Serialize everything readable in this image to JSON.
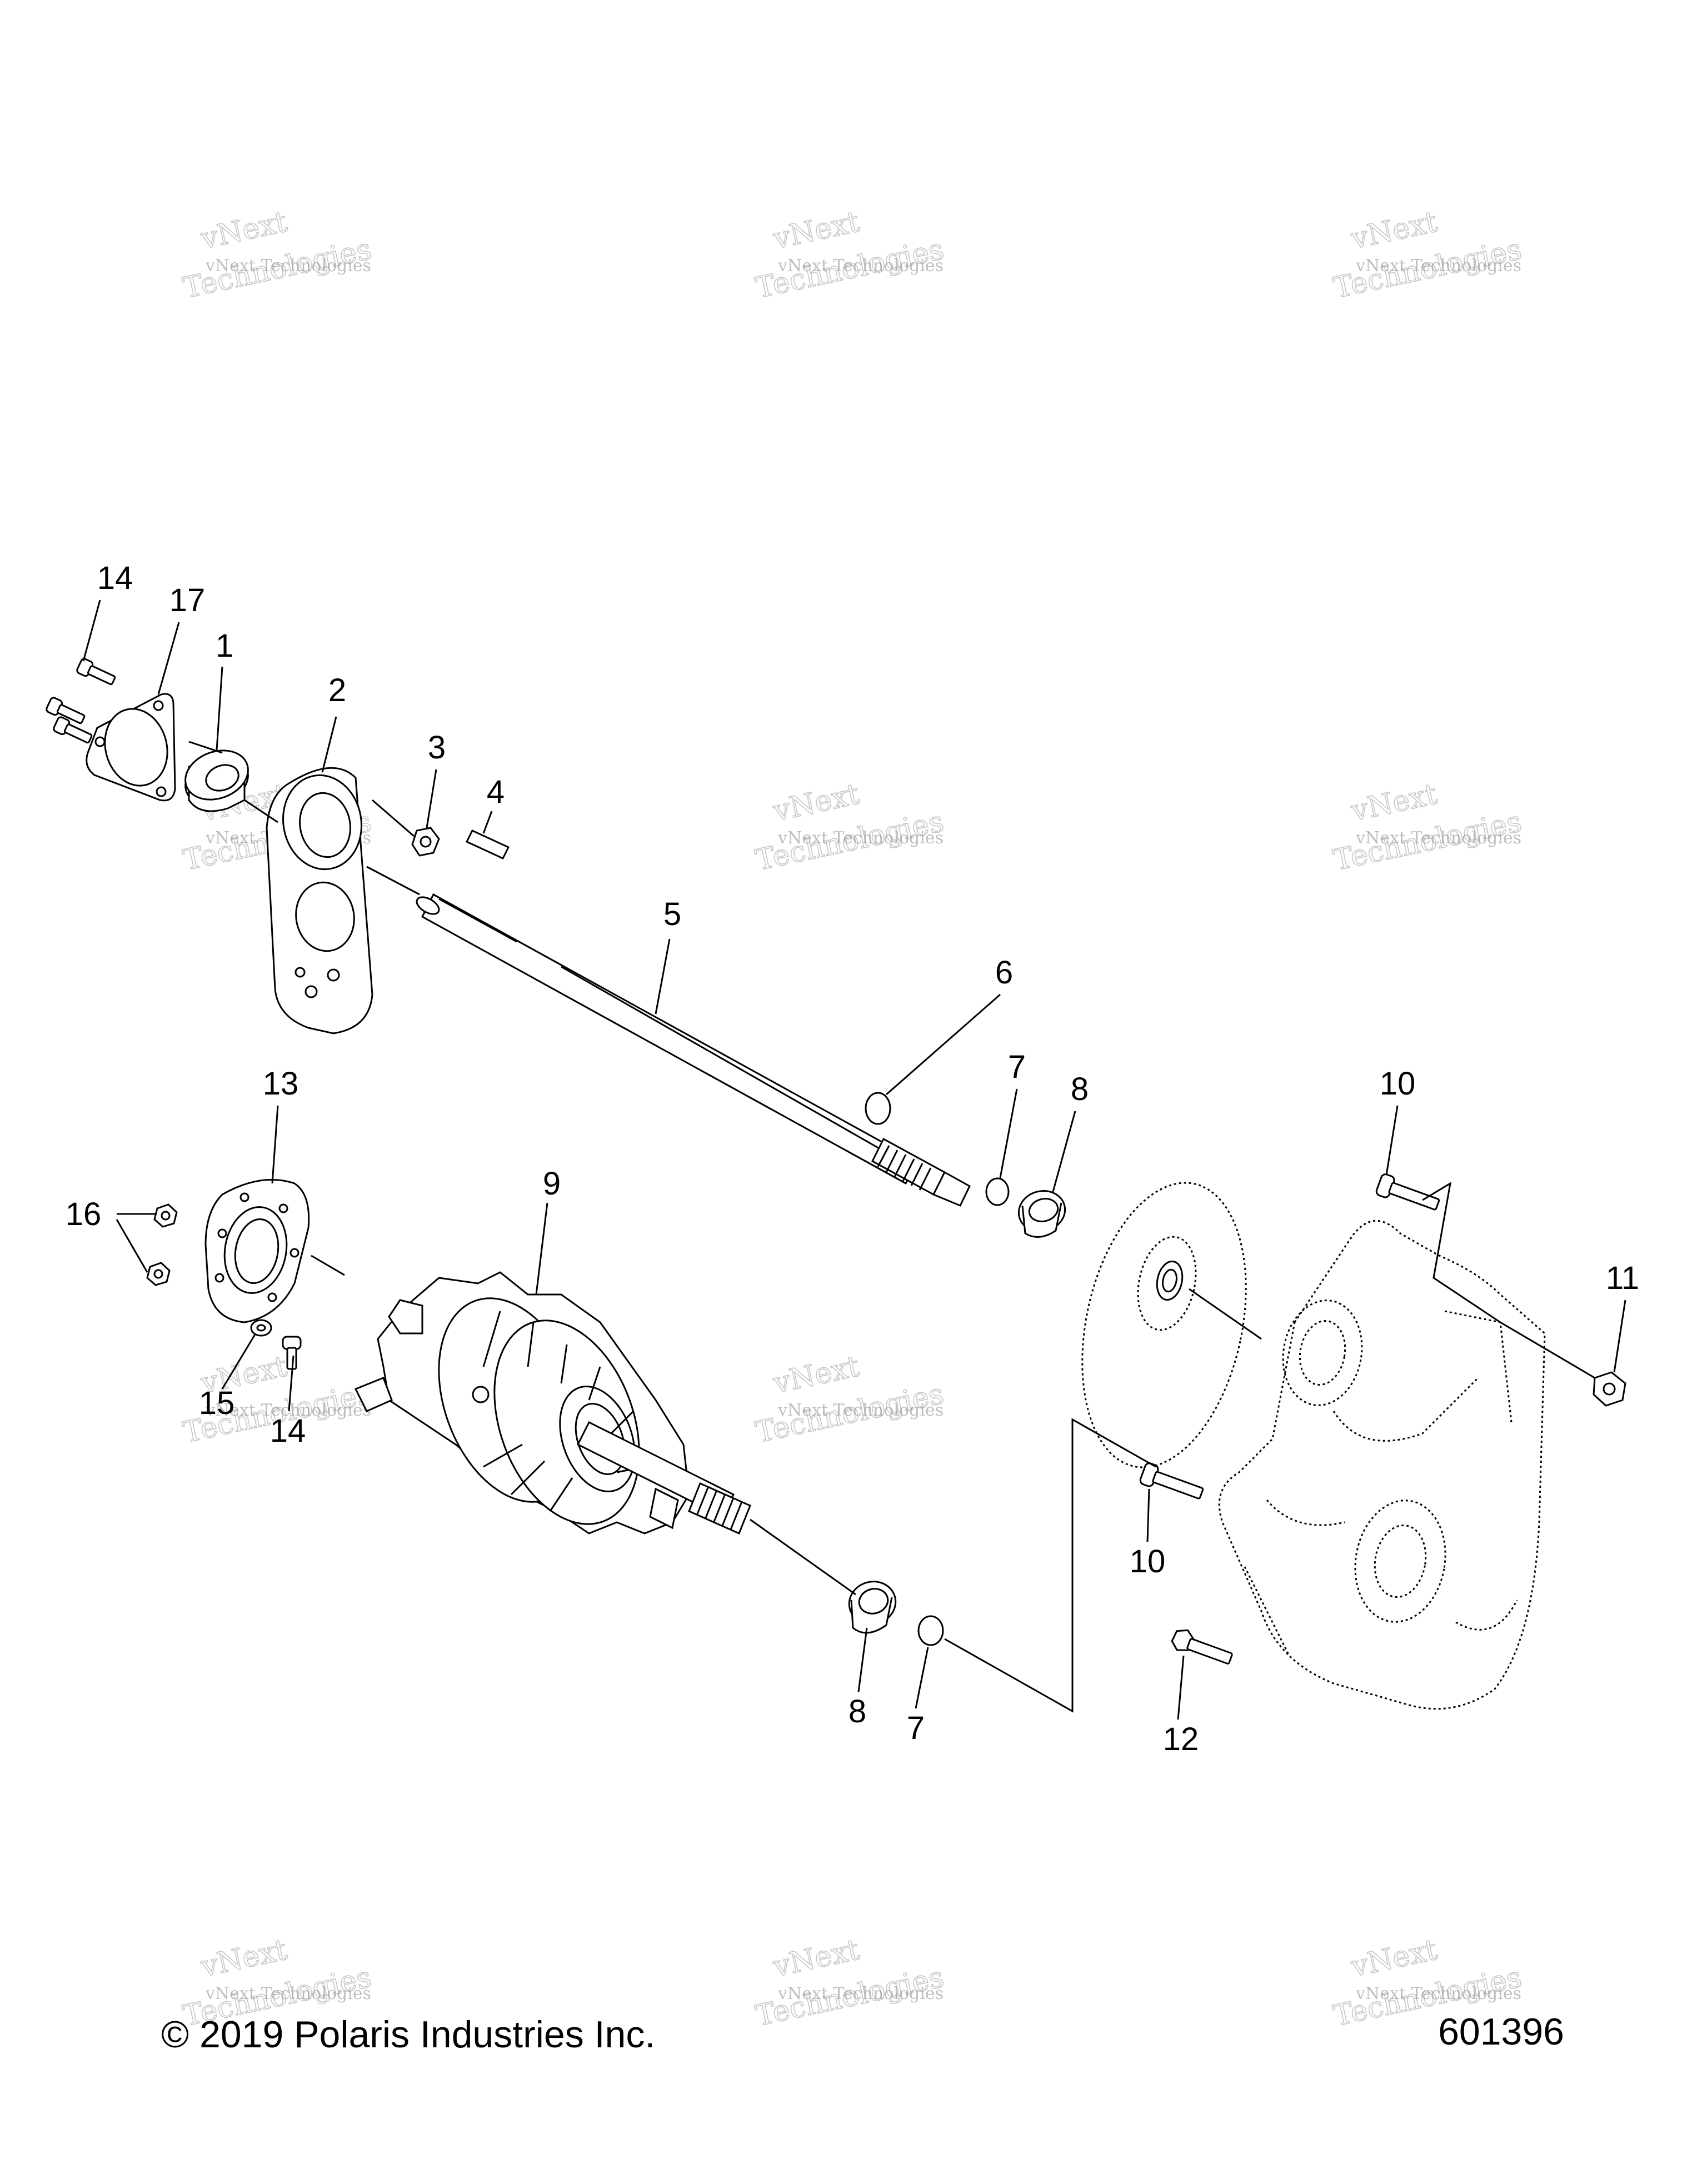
{
  "callouts": {
    "c14a": "14",
    "c17": "17",
    "c1": "1",
    "c2": "2",
    "c3": "3",
    "c4": "4",
    "c5": "5",
    "c6": "6",
    "c7a": "7",
    "c8a": "8",
    "c10a": "10",
    "c11": "11",
    "c13": "13",
    "c16": "16",
    "c9": "9",
    "c15": "15",
    "c14b": "14",
    "c10b": "10",
    "c8b": "8",
    "c7b": "7",
    "c12": "12"
  },
  "watermark": {
    "line1": "vNext Technologies",
    "big1": "vNext",
    "big2": "Technologies"
  },
  "footer": {
    "copyright": "© 2019 Polaris Industries Inc.",
    "figure_number": "601396"
  }
}
